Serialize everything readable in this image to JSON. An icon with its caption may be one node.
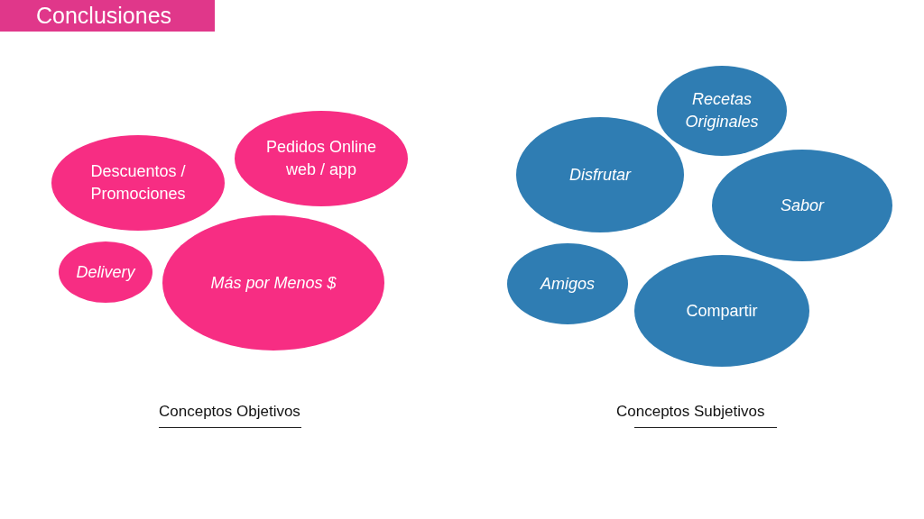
{
  "diagram": {
    "title": "Conclusiones",
    "nodes": [
      {
        "text": [
          "Descuentos / Promociones"
        ]
      },
      {
        "text": [
          "Pedidos Online web / app"
        ]
      },
      {
        "text": [
          "Delivery"
        ]
      },
      {
        "text": [
          "Más por Menos $"
        ]
      },
      {
        "text": [
          "Recetas Originales"
        ]
      },
      {
        "text": [
          "Disfrutar"
        ]
      },
      {
        "text": [
          "Sabor"
        ]
      },
      {
        "text": [
          "Amigos"
        ]
      },
      {
        "text": [
          "Compartir"
        ]
      }
    ],
    "labels": [
      "Conceptos Objetivos",
      "Conceptos Subjetivos"
    ]
  }
}
